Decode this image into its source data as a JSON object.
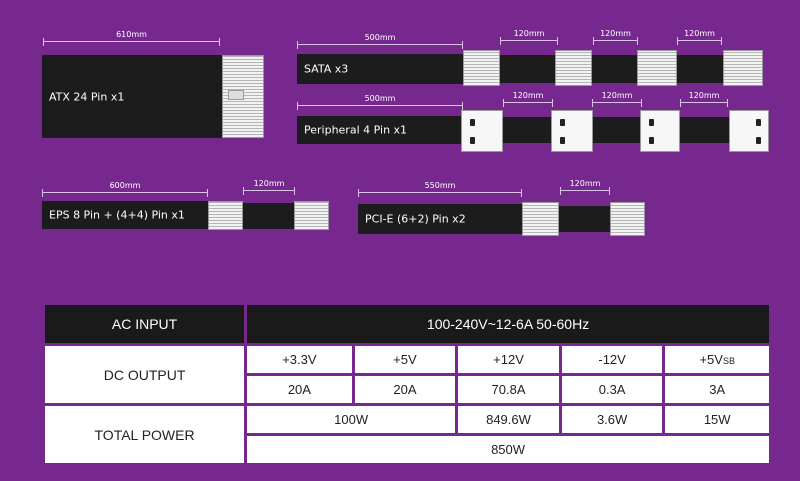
{
  "cables": [
    {
      "id": "atx",
      "label": "ATX 24 Pin x1",
      "lengths": [
        "610mm"
      ]
    },
    {
      "id": "sata",
      "label": "SATA x3",
      "lengths": [
        "500mm",
        "120mm",
        "120mm",
        "120mm"
      ]
    },
    {
      "id": "peripheral",
      "label": "Peripheral 4 Pin x1",
      "lengths": [
        "500mm",
        "120mm",
        "120mm",
        "120mm"
      ]
    },
    {
      "id": "eps",
      "label": "EPS 8 Pin + (4+4) Pin x1",
      "lengths": [
        "600mm",
        "120mm"
      ]
    },
    {
      "id": "pcie",
      "label": "PCI-E (6+2) Pin x2",
      "lengths": [
        "550mm",
        "120mm"
      ]
    }
  ],
  "specs": {
    "ac_input_label": "AC INPUT",
    "ac_input_value": "100-240V~12-6A 50-60Hz",
    "dc_output_label": "DC OUTPUT",
    "rails": [
      "+3.3V",
      "+5V",
      "+12V",
      "-12V",
      "+5V"
    ],
    "rail_subscript": "SB",
    "currents": [
      "20A",
      "20A",
      "70.8A",
      "0.3A",
      "3A"
    ],
    "total_power_label": "TOTAL POWER",
    "power_combined": "100W",
    "power_12v": "849.6W",
    "power_neg12v": "3.6W",
    "power_5vsb": "15W",
    "total": "850W"
  }
}
